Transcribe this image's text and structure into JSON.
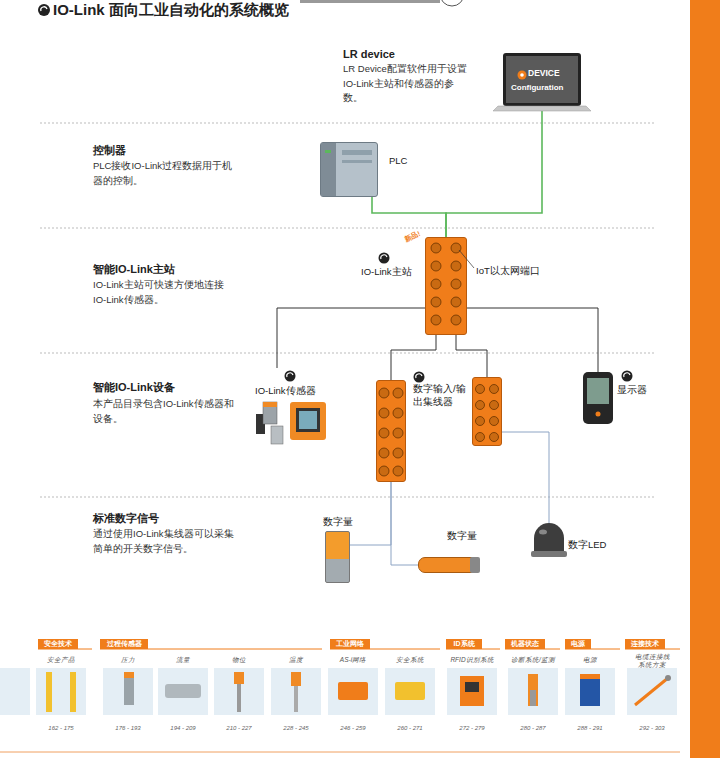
{
  "diagram": {
    "title": "IO-Link 面向工业自动化的系统概览",
    "nodes": [
      {
        "text": [
          "DEVICE",
          "Configuration"
        ]
      },
      {
        "text": [
          "PLC"
        ]
      },
      {
        "text": [
          "IO-Link主站",
          "IoT以太网端口"
        ]
      },
      {
        "text": [
          "IO-Link传感器"
        ]
      },
      {
        "text": [
          "数字输入/输出集线器"
        ]
      },
      {
        "text": []
      },
      {
        "text": [
          "显示器"
        ]
      },
      {
        "text": [
          "数字量"
        ]
      },
      {
        "text": [
          "数字量"
        ]
      },
      {
        "text": [
          "数字LED"
        ]
      },
      {
        "text": [
          "安全技术"
        ]
      },
      {
        "text": [
          "过程传感器"
        ]
      },
      {
        "text": [
          "工业网络"
        ]
      },
      {
        "text": [
          "ID系统"
        ]
      },
      {
        "text": [
          "机器状态"
        ]
      },
      {
        "text": [
          "电源"
        ]
      },
      {
        "text": [
          "连接技术"
        ]
      }
    ],
    "edges": [
      {
        "from": 0,
        "to": 2,
        "arrow": "none"
      },
      {
        "from": 1,
        "to": 2,
        "arrow": "none"
      },
      {
        "from": 2,
        "to": 3,
        "arrow": "none"
      },
      {
        "from": 2,
        "to": 4,
        "arrow": "none"
      },
      {
        "from": 2,
        "to": 5,
        "arrow": "none"
      },
      {
        "from": 2,
        "to": 6,
        "arrow": "none"
      },
      {
        "from": 4,
        "to": 7,
        "arrow": "none"
      },
      {
        "from": 4,
        "to": 8,
        "arrow": "none"
      },
      {
        "from": 5,
        "to": 9,
        "arrow": "none"
      }
    ],
    "labels": [
      "LR device",
      "LR Device配置软件用于设置IO-Link主站和传感器的参数。",
      "控制器",
      "PLC接收IO-Link过程数据用于机器的控制。",
      "智能IO-Link主站",
      "IO-Link主站可快速方便地连接IO-Link传感器。",
      "智能IO-Link设备",
      "本产品目录包含IO-Link传感器和设备。",
      "标准数字信号",
      "通过使用IO-Link集线器可以采集简单的开关数字信号。",
      "新品!",
      "安全产品",
      "压力",
      "流量",
      "物位",
      "温度",
      "AS-i网络",
      "安全系统",
      "RFID识别系统",
      "诊断系统/监测",
      "电源",
      "电缆连接线系统方案",
      "162 - 175",
      "176 - 193",
      "194 - 209",
      "210 - 227",
      "228 - 245",
      "246 - 259",
      "260 - 271",
      "272 - 279",
      "280 - 287",
      "288 - 291",
      "292 - 303"
    ]
  }
}
